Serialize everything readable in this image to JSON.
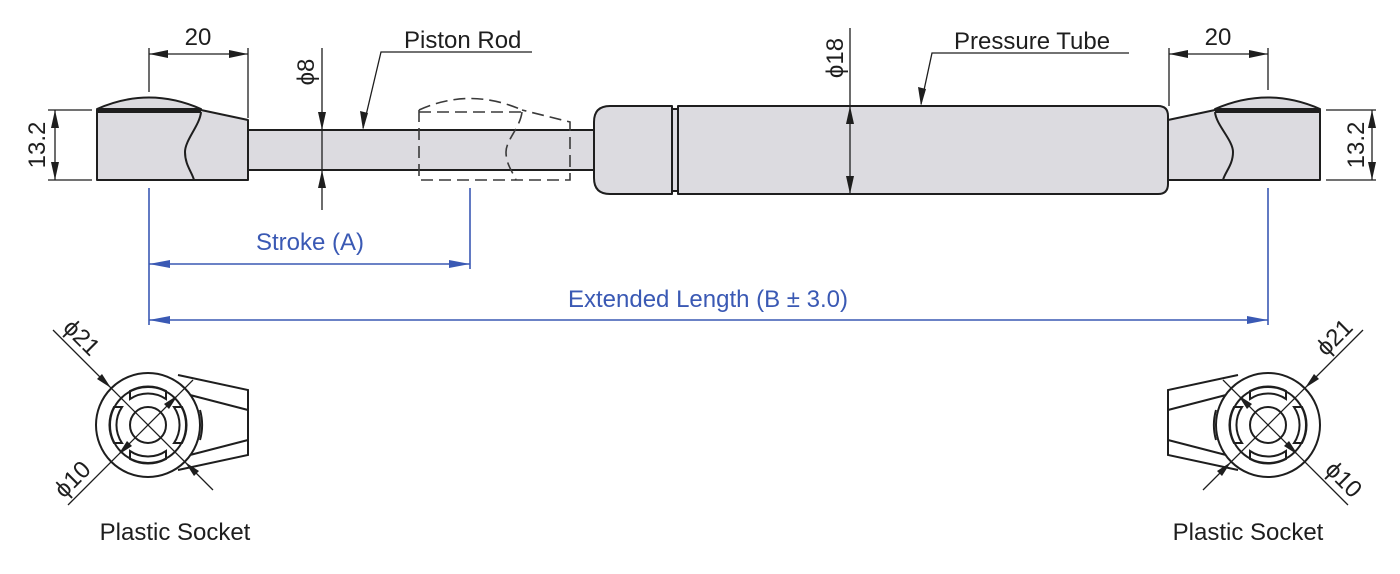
{
  "drawing": {
    "subject": "Gas spring",
    "colors": {
      "part_fill": "#dcdbe0",
      "outline": "#1e1e1e",
      "dimension_blue": "#3a59b4"
    },
    "labels": {
      "piston_rod": "Piston Rod",
      "pressure_tube": "Pressure Tube",
      "stroke": "Stroke (A)",
      "extended_length": "Extended Length (B ± 3.0)",
      "socket_left": "Plastic Socket",
      "socket_right": "Plastic Socket"
    },
    "dimensions": {
      "left_end_length": "20",
      "right_end_length": "20",
      "left_end_height": "13.2",
      "right_end_height": "13.2",
      "rod_diameter": "ϕ8",
      "tube_diameter": "ϕ18",
      "left_socket_outer": "ϕ21",
      "left_socket_inner": "ϕ10",
      "right_socket_outer": "ϕ21",
      "right_socket_inner": "ϕ10"
    }
  }
}
